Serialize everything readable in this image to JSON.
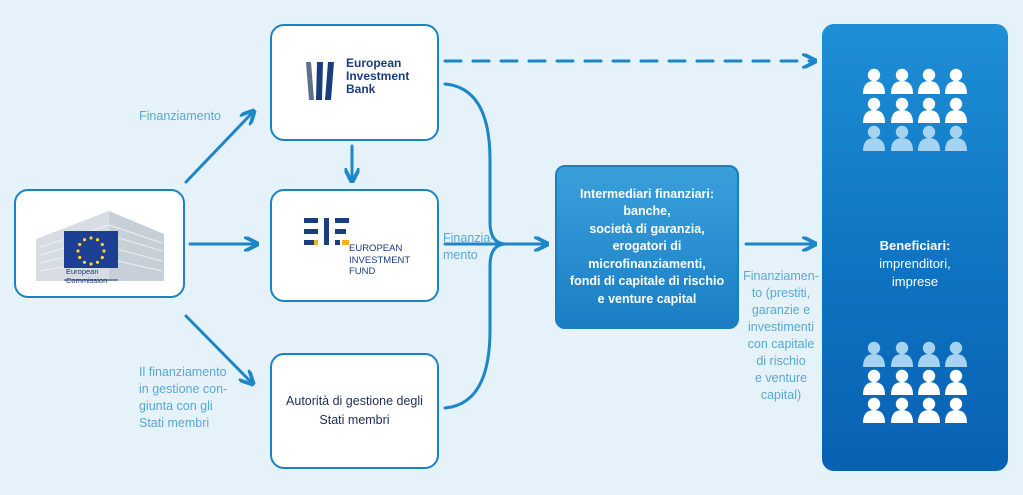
{
  "colors": {
    "background": "#e6f2f9",
    "box_border": "#1b83c4",
    "arrow": "#1c86c8",
    "label": "#57a8d6",
    "intermediary_fill": "#2a8fd2",
    "beneficiary_fill": "#0e73c2",
    "eu_flag": "#1c3f94",
    "eu_star": "#ffd617",
    "eif_accent": "#f5b11a"
  },
  "nodes": {
    "ec": {
      "caption": "European\nCommission",
      "icon": "european-commission-logo"
    },
    "eib": {
      "name": "European\nInvestment\nBank",
      "icon": "eib-logo"
    },
    "eif": {
      "name": "EUROPEAN\nINVESTMENT\nFUND",
      "icon": "eif-logo"
    },
    "authorities": {
      "text": "Autorità di gestione degli\nStati membri"
    },
    "intermediaries": {
      "text": "Intermediari finanziari:\nbanche,\nsocietà di garanzia,\nerogatori di\nmicrofinanziamenti,\nfondi di capitale di rischio\ne venture capital"
    },
    "beneficiaries": {
      "title": "Beneficiari:",
      "desc": "imprenditori,\nimprese",
      "icon": "people-group-icon"
    }
  },
  "edge_labels": {
    "financing_top": "Finanziamento",
    "shared_management": "Il finanziamento\nin gestione con-\ngiunta con gli\nStati membri",
    "financing_middle": "Finanzia-\nmento",
    "financing_right": "Finanziamen-\nto (prestiti,\ngaranzie e\ninvestimenti\ncon capitale\ndi rischio\ne venture\ncapital)"
  }
}
